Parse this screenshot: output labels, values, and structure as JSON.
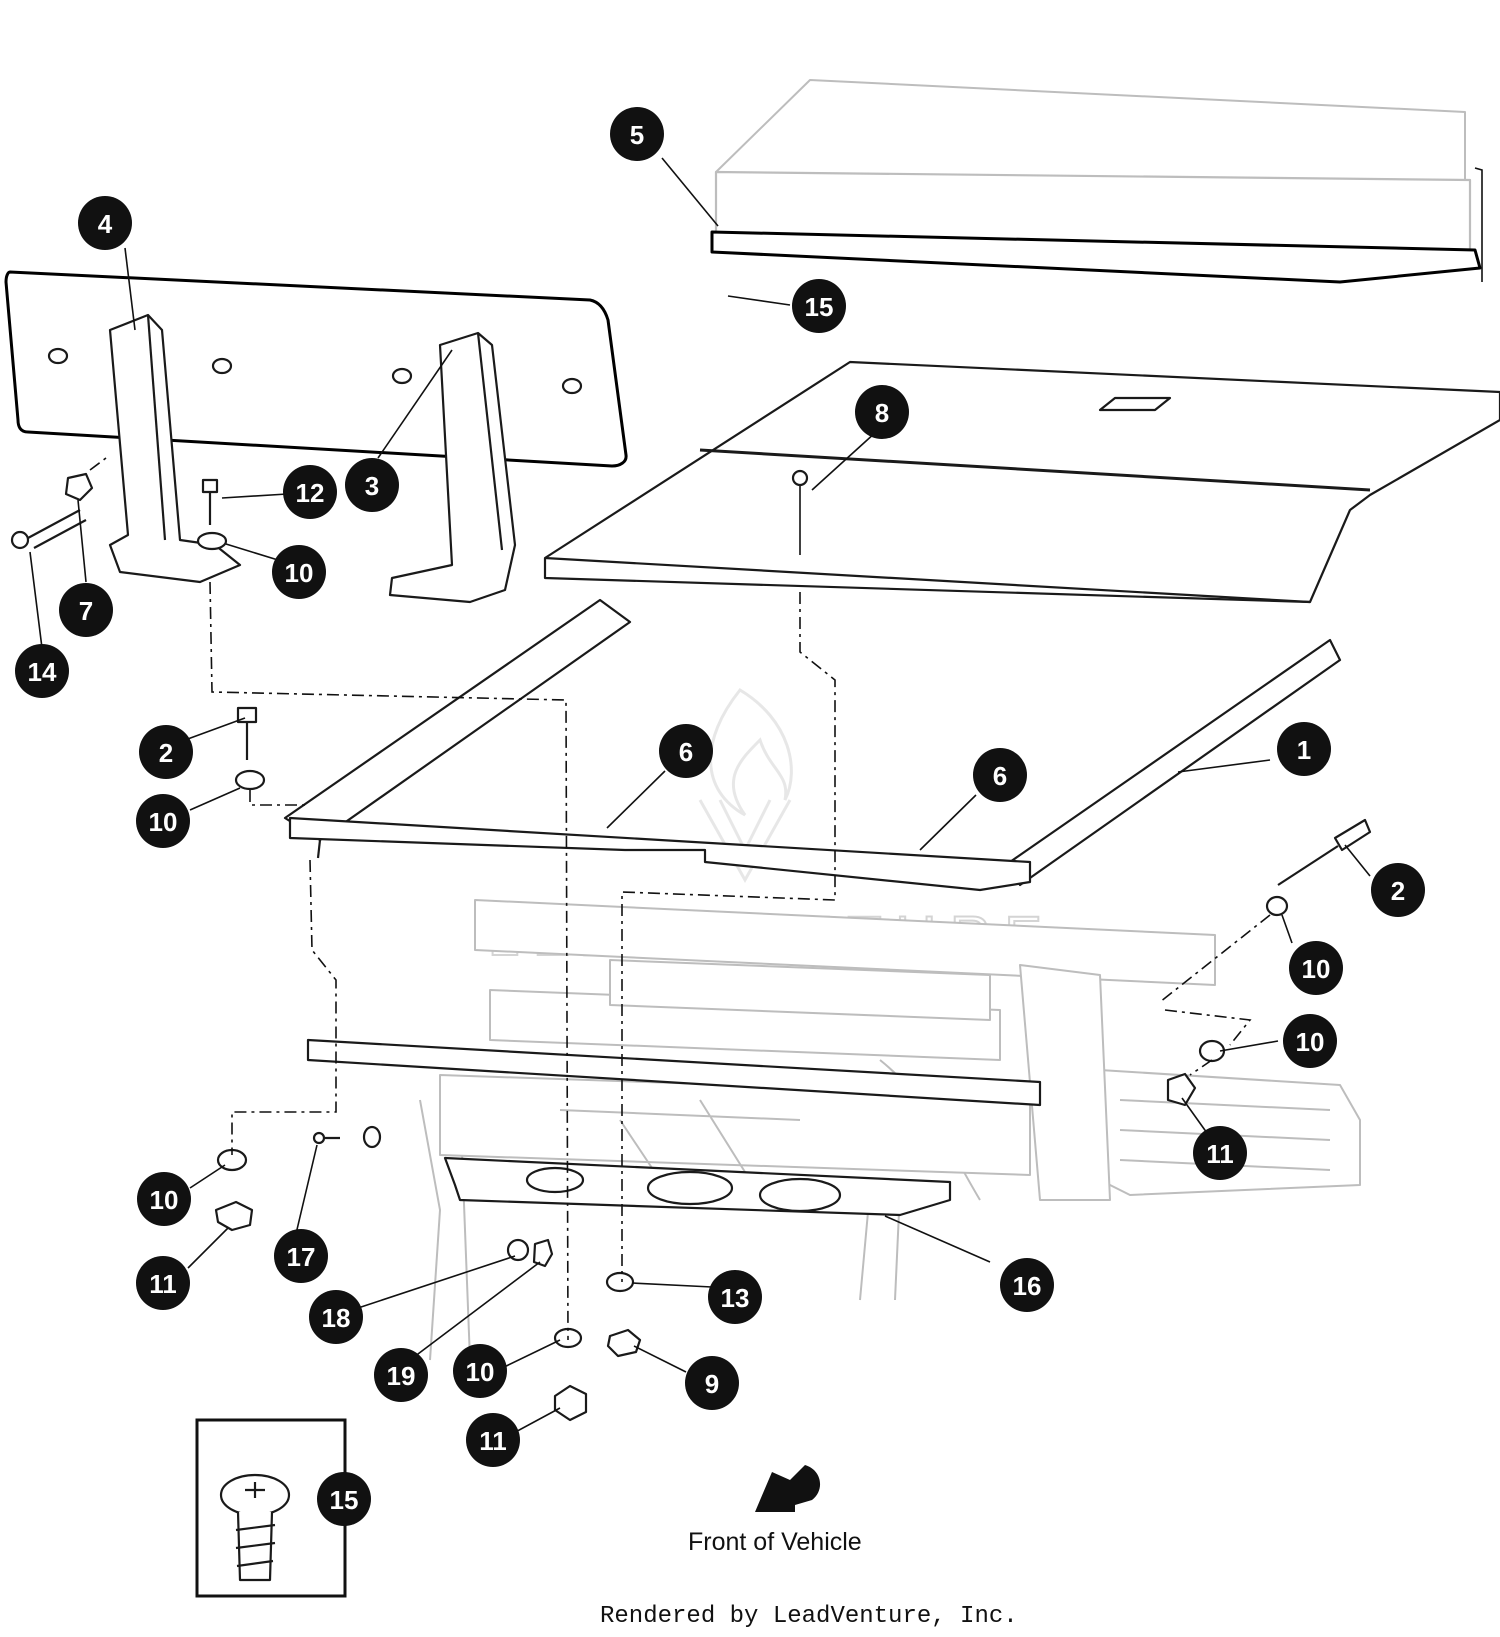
{
  "callouts": [
    {
      "id": "c5a",
      "label": "5"
    },
    {
      "id": "c15a",
      "label": "15"
    },
    {
      "id": "c4",
      "label": "4"
    },
    {
      "id": "c8",
      "label": "8"
    },
    {
      "id": "c12",
      "label": "12"
    },
    {
      "id": "c3",
      "label": "3"
    },
    {
      "id": "c10a",
      "label": "10"
    },
    {
      "id": "c7",
      "label": "7"
    },
    {
      "id": "c14",
      "label": "14"
    },
    {
      "id": "c2a",
      "label": "2"
    },
    {
      "id": "c6a",
      "label": "6"
    },
    {
      "id": "c1",
      "label": "1"
    },
    {
      "id": "c10b",
      "label": "10"
    },
    {
      "id": "c6b",
      "label": "6"
    },
    {
      "id": "c2b",
      "label": "2"
    },
    {
      "id": "c10c",
      "label": "10"
    },
    {
      "id": "c10d",
      "label": "10"
    },
    {
      "id": "c11a",
      "label": "11"
    },
    {
      "id": "c10e",
      "label": "10"
    },
    {
      "id": "c17",
      "label": "17"
    },
    {
      "id": "c11b",
      "label": "11"
    },
    {
      "id": "c18",
      "label": "18"
    },
    {
      "id": "c16",
      "label": "16"
    },
    {
      "id": "c13",
      "label": "13"
    },
    {
      "id": "c19",
      "label": "19"
    },
    {
      "id": "c10f",
      "label": "10"
    },
    {
      "id": "c9",
      "label": "9"
    },
    {
      "id": "c11c",
      "label": "11"
    },
    {
      "id": "c15b",
      "label": "15"
    }
  ],
  "front_label": "Front of Vehicle",
  "credit": "Rendered by LeadVenture, Inc.",
  "watermark": "LEADVENTURE",
  "icons": {
    "direction_arrow": "front-direction-arrow-icon",
    "watermark_logo": "leadventure-logo-icon"
  },
  "colors": {
    "ink": "#111111",
    "watermark": "#d4d4d4",
    "background": "#ffffff"
  }
}
